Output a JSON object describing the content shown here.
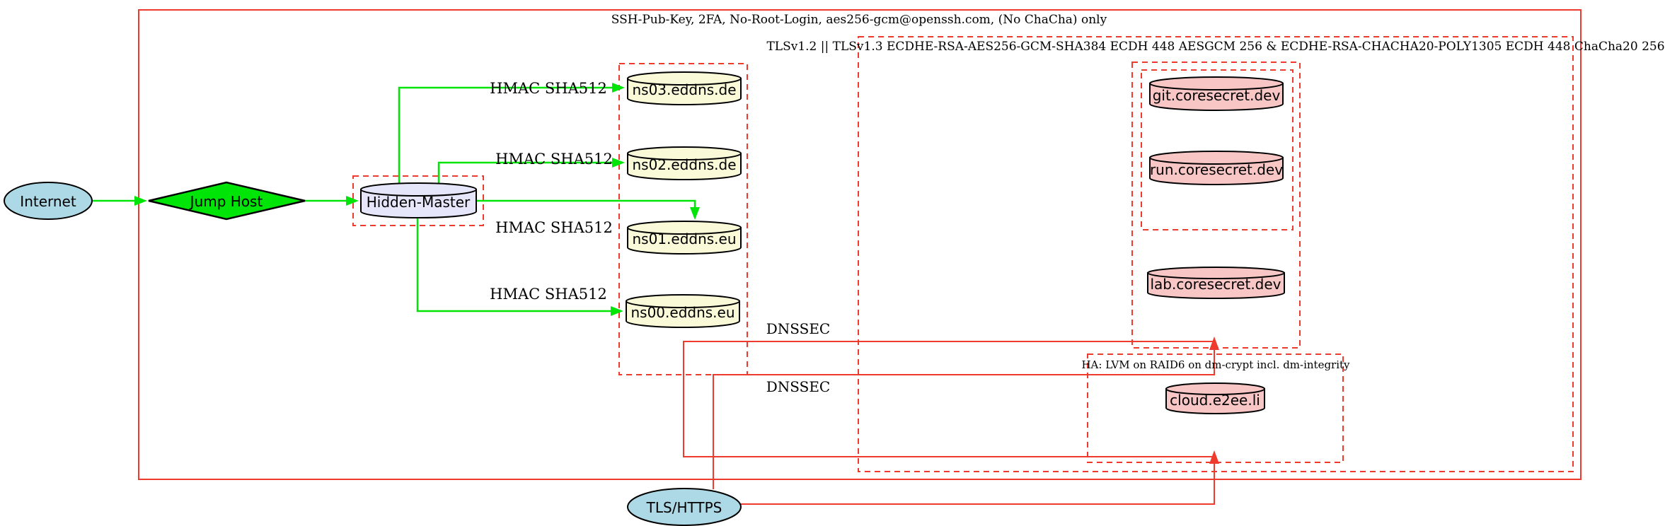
{
  "diagram": {
    "clusters": {
      "ssh": {
        "label": "SSH-Pub-Key, 2FA, No-Root-Login, aes256-gcm@openssh.com, (No ChaCha) only"
      },
      "tls": {
        "label": "TLSv1.2 || TLSv1.3 ECDHE-RSA-AES256-GCM-SHA384 ECDH 448 AESGCM 256 & ECDHE-RSA-CHACHA20-POLY1305 ECDH 448 ChaCha20 256"
      },
      "ha": {
        "label": "HA: LVM on RAID6 on dm-crypt incl. dm-integrity"
      }
    },
    "nodes": {
      "internet": {
        "label": "Internet"
      },
      "jump_host": {
        "label": "Jump Host"
      },
      "hidden_master": {
        "label": "Hidden-Master"
      },
      "ns03": {
        "label": "ns03.eddns.de"
      },
      "ns02": {
        "label": "ns02.eddns.de"
      },
      "ns01": {
        "label": "ns01.eddns.eu"
      },
      "ns00": {
        "label": "ns00.eddns.eu"
      },
      "git": {
        "label": "git.coresecret.dev"
      },
      "run": {
        "label": "run.coresecret.dev"
      },
      "lab": {
        "label": "lab.coresecret.dev"
      },
      "cloud": {
        "label": "cloud.e2ee.li"
      },
      "tls_https": {
        "label": "TLS/HTTPS"
      }
    },
    "edge_labels": {
      "hmac1": "HMAC SHA512",
      "hmac2": "HMAC SHA512",
      "hmac3": "HMAC SHA512",
      "hmac4": "HMAC SHA512",
      "dnssec1": "DNSSEC",
      "dnssec2": "DNSSEC"
    },
    "colors": {
      "red": "#ee3b2e",
      "green": "#00e408",
      "lightblue": "#add8e6",
      "lavender": "#e6e6fa",
      "lightyellow": "#fafad8",
      "pink": "#f9c6c6"
    }
  }
}
